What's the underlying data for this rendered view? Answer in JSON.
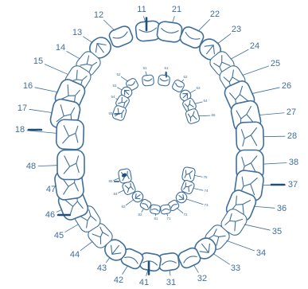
{
  "permanent_upper": [
    {
      "label": "11",
      "marked": true
    },
    {
      "label": "21",
      "marked": false
    },
    {
      "label": "22",
      "marked": false
    },
    {
      "label": "23",
      "marked": false
    },
    {
      "label": "24",
      "marked": false
    },
    {
      "label": "25",
      "marked": false
    },
    {
      "label": "26",
      "marked": false
    },
    {
      "label": "27",
      "marked": false
    },
    {
      "label": "28",
      "marked": false
    },
    {
      "label": "12",
      "marked": false
    },
    {
      "label": "13",
      "marked": false
    },
    {
      "label": "14",
      "marked": false
    },
    {
      "label": "15",
      "marked": false
    },
    {
      "label": "16",
      "marked": false
    },
    {
      "label": "17",
      "marked": false
    },
    {
      "label": "18",
      "marked": true
    }
  ],
  "permanent_lower": [
    {
      "label": "38",
      "marked": false
    },
    {
      "label": "37",
      "marked": true
    },
    {
      "label": "36",
      "marked": false
    },
    {
      "label": "35",
      "marked": false
    },
    {
      "label": "34",
      "marked": false
    },
    {
      "label": "33",
      "marked": false
    },
    {
      "label": "32",
      "marked": false
    },
    {
      "label": "31",
      "marked": false
    },
    {
      "label": "41",
      "marked": true
    },
    {
      "label": "42",
      "marked": false
    },
    {
      "label": "43",
      "marked": false
    },
    {
      "label": "44",
      "marked": false
    },
    {
      "label": "45",
      "marked": false
    },
    {
      "label": "46",
      "marked": true
    },
    {
      "label": "47",
      "marked": false
    },
    {
      "label": "48",
      "marked": false
    }
  ],
  "primary_upper": [
    {
      "label": "51",
      "marked": false
    },
    {
      "label": "61",
      "marked": true
    },
    {
      "label": "62",
      "marked": false
    },
    {
      "label": "63",
      "marked": false
    },
    {
      "label": "64",
      "marked": false
    },
    {
      "label": "65",
      "marked": false
    },
    {
      "label": "52",
      "marked": false
    },
    {
      "label": "53",
      "marked": false
    },
    {
      "label": "54",
      "marked": false
    },
    {
      "label": "55",
      "marked": true
    }
  ],
  "primary_lower": [
    {
      "label": "75",
      "marked": false
    },
    {
      "label": "74",
      "marked": false
    },
    {
      "label": "73",
      "marked": false
    },
    {
      "label": "72",
      "marked": false
    },
    {
      "label": "71",
      "marked": false
    },
    {
      "label": "81",
      "marked": false
    },
    {
      "label": "82",
      "marked": false
    },
    {
      "label": "83",
      "marked": false
    },
    {
      "label": "84",
      "marked": false
    },
    {
      "label": "85",
      "marked": true
    }
  ],
  "colors": {
    "line": "#3f6f9a",
    "highlight": "#1f4f7a"
  },
  "markers": {
    "filled_tooth": "85"
  }
}
